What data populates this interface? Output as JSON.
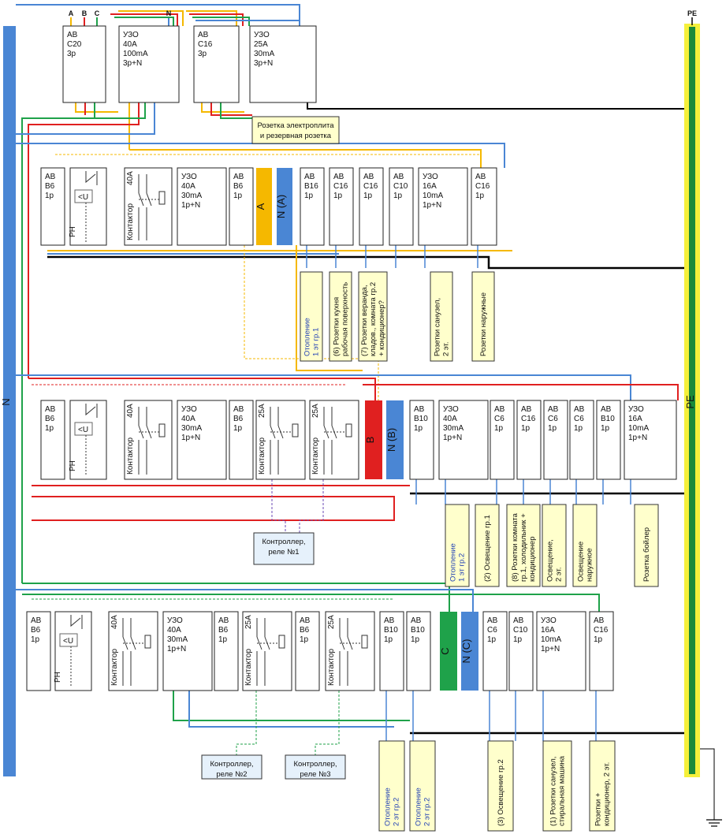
{
  "colors": {
    "phase_a": "#f5b800",
    "phase_b": "#e02020",
    "phase_c": "#1fa24a",
    "neutral": "#4a86d4",
    "earth_outer": "#f5f03a",
    "earth_inner": "#1b8a3a",
    "pe_wire": "#000000",
    "label_fill": "#ffffcc",
    "controller_fill": "#e6f1fb"
  },
  "top_phase_labels": [
    "A",
    "B",
    "C",
    "N"
  ],
  "bus_labels": {
    "neutral_left": "N",
    "earth_right": "PE",
    "earth_top": "PE"
  },
  "top_row": [
    {
      "lines": [
        "АВ",
        "С20",
        "3р"
      ]
    },
    {
      "lines": [
        "УЗО",
        "40А",
        "100mA",
        "3р+N"
      ]
    },
    {
      "lines": [
        "АВ",
        "С16",
        "3р"
      ]
    },
    {
      "lines": [
        "УЗО",
        "25А",
        "30mA",
        "3р+N"
      ]
    }
  ],
  "top_label": [
    "Розетка электроплита",
    "и резервная розетка"
  ],
  "row_a": {
    "phase_bar": "A",
    "neutral_bar": "N (A)",
    "left_modules": [
      {
        "lines": [
          "АВ",
          "В6",
          "1р"
        ]
      },
      {
        "lines": [
          "УЗО",
          "40А",
          "30mA",
          "1р+N"
        ]
      },
      {
        "lines": [
          "АВ",
          "В6",
          "1р"
        ]
      }
    ],
    "relay_label": "РН",
    "relay_symbol": "<U",
    "contactor_label": "Контактор",
    "contactor_rating": "40А",
    "right_modules": [
      {
        "lines": [
          "АВ",
          "В16",
          "1р"
        ]
      },
      {
        "lines": [
          "АВ",
          "С16",
          "1р"
        ]
      },
      {
        "lines": [
          "АВ",
          "С16",
          "1р"
        ]
      },
      {
        "lines": [
          "АВ",
          "С10",
          "1р"
        ]
      },
      {
        "lines": [
          "УЗО",
          "16А",
          "10mA",
          "1р+N"
        ]
      },
      {
        "lines": [
          "АВ",
          "С16",
          "1р"
        ]
      }
    ],
    "labels": [
      {
        "lines": [
          "Отопление",
          "1 эт гр.1"
        ],
        "blue": true
      },
      {
        "lines": [
          "(6) Розетки кухня",
          "рабочая поверхность"
        ],
        "blue": false
      },
      {
        "lines": [
          "(7) Розетки веранда,",
          "кладов., комната гр.2",
          "+ кондиционер?"
        ],
        "blue": false
      },
      {
        "lines": [
          "Розетки санузел,",
          "2 эт."
        ],
        "blue": false
      },
      {
        "lines": [
          "Розетки наружные"
        ],
        "blue": false
      }
    ]
  },
  "row_b": {
    "phase_bar": "B",
    "neutral_bar": "N (B)",
    "left_modules": [
      {
        "lines": [
          "АВ",
          "В6",
          "1р"
        ]
      },
      {
        "lines": [
          "УЗО",
          "40А",
          "30mA",
          "1р+N"
        ]
      },
      {
        "lines": [
          "АВ",
          "В6",
          "1р"
        ]
      }
    ],
    "relay_label": "РН",
    "relay_symbol": "<U",
    "contactor_label": "Контактор",
    "contactor_rating": "40А",
    "contactor_small_rating": "25А",
    "right_modules": [
      {
        "lines": [
          "АВ",
          "В10",
          "1р"
        ]
      },
      {
        "lines": [
          "УЗО",
          "40А",
          "30mA",
          "1р+N"
        ]
      },
      {
        "lines": [
          "АВ",
          "С6",
          "1р"
        ]
      },
      {
        "lines": [
          "АВ",
          "С16",
          "1р"
        ]
      },
      {
        "lines": [
          "АВ",
          "С6",
          "1р"
        ]
      },
      {
        "lines": [
          "АВ",
          "С6",
          "1р"
        ]
      },
      {
        "lines": [
          "АВ",
          "В10",
          "1р"
        ]
      },
      {
        "lines": [
          "УЗО",
          "16А",
          "10mA",
          "1р+N"
        ]
      }
    ],
    "labels": [
      {
        "lines": [
          "Отопление",
          "1 эт гр.2"
        ],
        "blue": true
      },
      {
        "lines": [
          "(2) Освещение гр.1"
        ],
        "blue": false
      },
      {
        "lines": [
          "(8) Розетки комната",
          "гр.1, холодильник +",
          "кондиционер"
        ],
        "blue": false
      },
      {
        "lines": [
          "Освещение,",
          "2 эт."
        ],
        "blue": false
      },
      {
        "lines": [
          "Освещение",
          "наружное"
        ],
        "blue": false
      },
      {
        "lines": [
          "Розетка бойлер"
        ],
        "blue": false
      }
    ],
    "controller": [
      "Контроллер,",
      "реле №1"
    ]
  },
  "row_c": {
    "phase_bar": "C",
    "neutral_bar": "N (C)",
    "left_modules": [
      {
        "lines": [
          "АВ",
          "В6",
          "1р"
        ]
      },
      {
        "lines": [
          "УЗО",
          "40А",
          "30mA",
          "1р+N"
        ]
      },
      {
        "lines": [
          "АВ",
          "В6",
          "1р"
        ]
      },
      {
        "lines": [
          "АВ",
          "В6",
          "1р"
        ]
      }
    ],
    "relay_label": "РН",
    "relay_symbol": "<U",
    "contactor_label": "Контактор",
    "contactor_rating": "40А",
    "contactor_small_rating": "25А",
    "right_modules": [
      {
        "lines": [
          "АВ",
          "В10",
          "1р"
        ]
      },
      {
        "lines": [
          "АВ",
          "В10",
          "1р"
        ]
      },
      {
        "lines": [
          "АВ",
          "С6",
          "1р"
        ]
      },
      {
        "lines": [
          "АВ",
          "С10",
          "1р"
        ]
      },
      {
        "lines": [
          "УЗО",
          "16А",
          "10mA",
          "1р+N"
        ]
      },
      {
        "lines": [
          "АВ",
          "С16",
          "1р"
        ]
      }
    ],
    "labels": [
      {
        "lines": [
          "Отопление",
          "2 эт гр.2"
        ],
        "blue": true
      },
      {
        "lines": [
          "Отопление",
          "2 эт гр.2"
        ],
        "blue": true
      },
      {
        "lines": [
          "(3) Освещение гр.2"
        ],
        "blue": false
      },
      {
        "lines": [
          "(1) Розетки санузел,",
          "стиральная машина"
        ],
        "blue": false
      },
      {
        "lines": [
          "Розетки +",
          "кондиционер, 2 эт."
        ],
        "blue": false
      }
    ],
    "controllers": [
      [
        "Контроллер,",
        "реле №2"
      ],
      [
        "Контроллер,",
        "реле №3"
      ]
    ]
  }
}
